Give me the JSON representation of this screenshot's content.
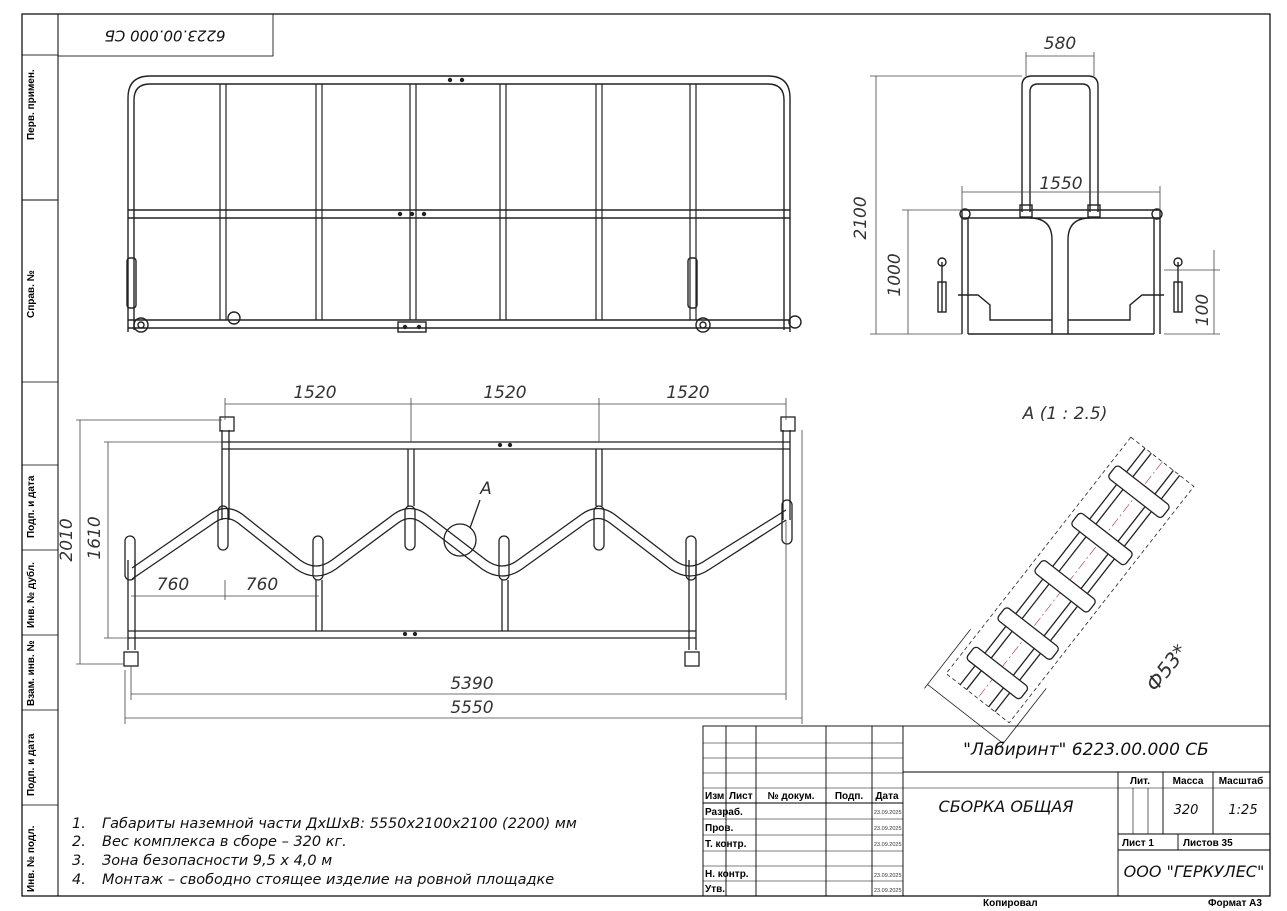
{
  "drawing": {
    "code_stamp": "6223.00.000 СБ",
    "left_strip": [
      "Перв. примен.",
      "Справ. №",
      "Подп. и дата",
      "Инв. № дубл.",
      "Взам. инв. №",
      "Подп. и дата",
      "Инв. № подл."
    ],
    "dimensions": {
      "front_height_total": "2100",
      "front_height_mid": "1000",
      "side_top": "580",
      "side_width": "1550",
      "side_foot": "100",
      "plan_spans": [
        "1520",
        "1520",
        "1520"
      ],
      "plan_depth_outer": "2010",
      "plan_depth_inner": "1610",
      "plan_half_spans": [
        "760",
        "760"
      ],
      "plan_length_inner": "5390",
      "plan_length_outer": "5550",
      "detail_diameter": "Ф53*"
    },
    "detail_label": "А",
    "detail_title": "А (1 : 2.5)",
    "notes": [
      {
        "num": "1.",
        "text": "Габариты наземной части ДхШхВ: 5550х2100х2100 (2200) мм"
      },
      {
        "num": "2.",
        "text": "Вес комплекса в сборе  – 320 кг."
      },
      {
        "num": "3.",
        "text": "Зона безопасности 9,5 х 4,0 м"
      },
      {
        "num": "4.",
        "text": "Монтаж – свободно стоящее изделие на ровной площадке"
      }
    ]
  },
  "title_block": {
    "designation": "\"Лабиринт\" 6223.00.000 СБ",
    "name": "СБОРКА ОБЩАЯ",
    "company": "ООО \"ГЕРКУЛЕС\"",
    "headers": {
      "izm": "Изм",
      "list": "Лист",
      "doc": "№ докум.",
      "sign": "Подп.",
      "date": "Дата"
    },
    "roles": [
      "Разраб.",
      "Пров.",
      "Т. контр.",
      "Н. контр.",
      "Утв."
    ],
    "dates": [
      "23.09.2025",
      "23.09.2025",
      "23.09.2025",
      "23.09.2025",
      "23.09.2025"
    ],
    "lit_label": "Лит.",
    "mass_label": "Масса",
    "scale_label": "Масштаб",
    "mass_value": "320",
    "scale_value": "1:25",
    "sheet": "Лист 1",
    "sheets": "Листов 35",
    "copied": "Копировал",
    "format": "Формат А3"
  }
}
